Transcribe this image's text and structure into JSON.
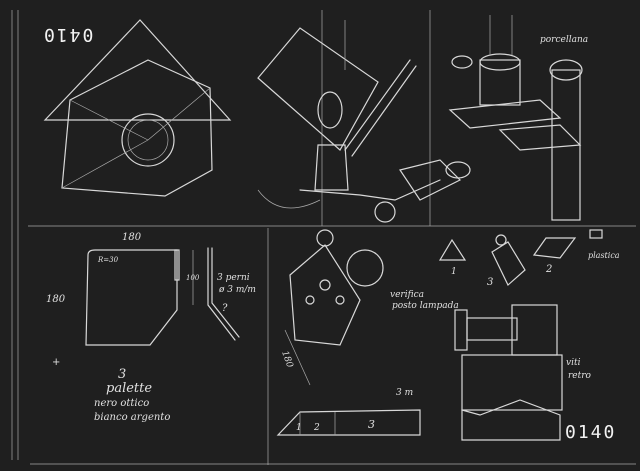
{
  "sheet": {
    "code_top": "0410",
    "code_bottom": "0140",
    "panel_left": {
      "dim_width": "180",
      "dim_height": "180",
      "radius": "R=30",
      "dim_slot": "100",
      "pins_line1": "3 perni",
      "pins_line2": "ø 3 m/m",
      "question": "?",
      "count": "3",
      "label1": "palette",
      "label2": "nero ottico",
      "label3": "bianco argento"
    },
    "panel_center": {
      "dim": "180",
      "note1": "verifica",
      "note2": "posto lampada",
      "thickness": "3 m",
      "parts": [
        "1",
        "2",
        "3"
      ]
    },
    "panel_right": {
      "part_labels": [
        "1",
        "3",
        "2"
      ],
      "plastic": "plastica",
      "porcelain": "porcellana",
      "screws_line1": "viti",
      "screws_line2": "retro"
    }
  }
}
